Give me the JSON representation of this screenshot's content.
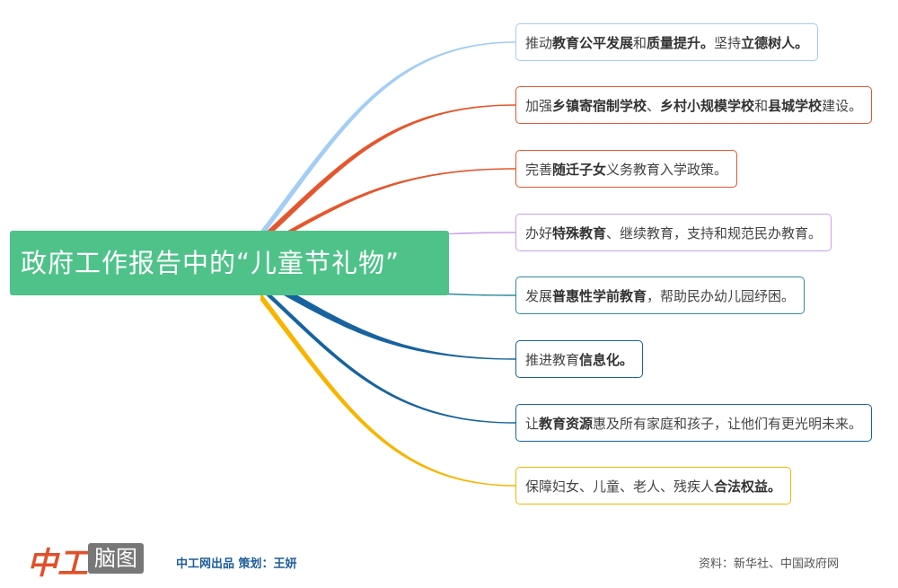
{
  "root": {
    "title": "政府工作报告中的“儿童节礼物”",
    "color": "#4fc28a"
  },
  "branches": [
    {
      "color": "#a3cdf5",
      "width": 9,
      "segments": [
        {
          "t": "推动",
          "b": false
        },
        {
          "t": "教育公平发展",
          "b": true
        },
        {
          "t": "和",
          "b": false
        },
        {
          "t": "质量提升。",
          "b": true
        },
        {
          "t": "坚持",
          "b": false
        },
        {
          "t": "立德树人。",
          "b": true
        }
      ]
    },
    {
      "color": "#e4572e",
      "width": 8,
      "segments": [
        {
          "t": "加强",
          "b": false
        },
        {
          "t": "乡镇寄宿制学校",
          "b": true
        },
        {
          "t": "、",
          "b": false
        },
        {
          "t": "乡村小规模学校",
          "b": true
        },
        {
          "t": "和",
          "b": false
        },
        {
          "t": "县城学校",
          "b": true
        },
        {
          "t": "建设。",
          "b": false
        }
      ]
    },
    {
      "color": "#e4572e",
      "width": 5,
      "segments": [
        {
          "t": "完善",
          "b": false
        },
        {
          "t": "随迁子女",
          "b": true
        },
        {
          "t": "义务教育入学政策。",
          "b": false
        }
      ]
    },
    {
      "color": "#c9a0ea",
      "width": 2,
      "segments": [
        {
          "t": "办好",
          "b": false
        },
        {
          "t": "特殊教育",
          "b": true
        },
        {
          "t": "、继续教育，支持和规范民办教育。",
          "b": false
        }
      ]
    },
    {
      "color": "#2f8a9c",
      "width": 2,
      "segments": [
        {
          "t": "发展",
          "b": false
        },
        {
          "t": "普惠性学前教育",
          "b": true
        },
        {
          "t": "，帮助民办幼儿园纾困。",
          "b": false
        }
      ]
    },
    {
      "color": "#17639f",
      "width": 9,
      "segments": [
        {
          "t": "推进教育",
          "b": false
        },
        {
          "t": "信息化。",
          "b": true
        }
      ]
    },
    {
      "color": "#17639f",
      "width": 6,
      "segments": [
        {
          "t": "让",
          "b": false
        },
        {
          "t": "教育资源",
          "b": true
        },
        {
          "t": "惠及所有家庭和孩子，让他们有更光明未来。",
          "b": false
        }
      ]
    },
    {
      "color": "#f7b500",
      "width": 9,
      "segments": [
        {
          "t": "保障妇女、儿童、老人、残疾人",
          "b": false
        },
        {
          "t": "合法权益。",
          "b": true
        }
      ]
    }
  ],
  "footer": {
    "logo": "中工",
    "badge": "脑图",
    "credit": "中工网出品  策划：王妍",
    "source": "资料：新华社、中国政府网"
  }
}
